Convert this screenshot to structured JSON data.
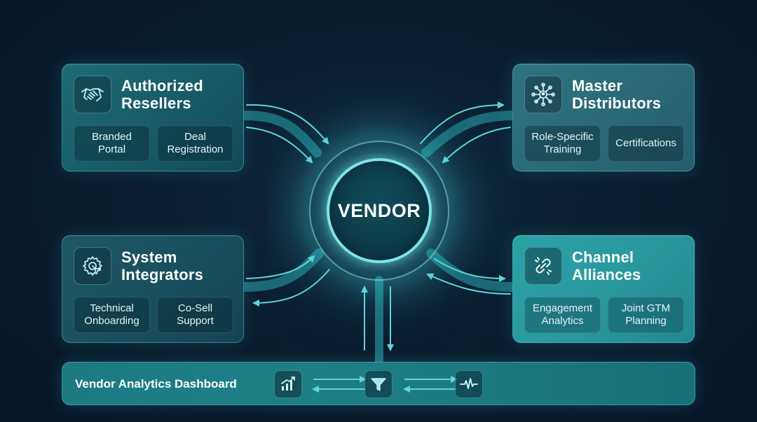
{
  "hub": {
    "label": "VENDOR"
  },
  "cards": {
    "authorized_resellers": {
      "title_line1": "Authorized",
      "title_line2": "Resellers",
      "icon": "handshake-icon",
      "chips": [
        {
          "line1": "Branded",
          "line2": "Portal"
        },
        {
          "line1": "Deal",
          "line2": "Registration"
        }
      ]
    },
    "master_distributors": {
      "title_line1": "Master",
      "title_line2": "Distributors",
      "icon": "network-hub-icon",
      "chips": [
        {
          "line1": "Role-Specific",
          "line2": "Training"
        },
        {
          "line1": "Certifications",
          "line2": ""
        }
      ]
    },
    "system_integrators": {
      "title_line1": "System",
      "title_line2": "Integrators",
      "icon": "gear-circuit-icon",
      "chips": [
        {
          "line1": "Technical",
          "line2": "Onboarding"
        },
        {
          "line1": "Co-Sell",
          "line2": "Support"
        }
      ]
    },
    "channel_alliances": {
      "title_line1": "Channel",
      "title_line2": "Alliances",
      "icon": "chain-link-icon",
      "chips": [
        {
          "line1": "Engagement",
          "line2": "Analytics"
        },
        {
          "line1": "Joint GTM",
          "line2": "Planning"
        }
      ]
    }
  },
  "dashboard": {
    "title": "Vendor Analytics Dashboard",
    "icons": [
      "bar-chart-icon",
      "funnel-icon",
      "pulse-icon"
    ]
  },
  "colors": {
    "background": "#0b1d2e",
    "accent": "#5fd6dc",
    "hub_ring": "#7fe3e6"
  }
}
